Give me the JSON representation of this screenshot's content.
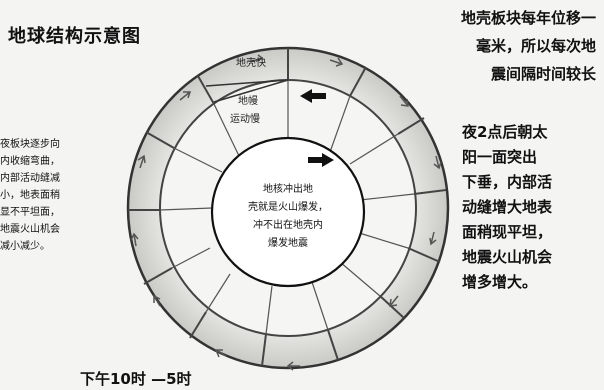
{
  "title": "地球结构示意图",
  "top_right_note": "地壳板块每年位移一\n毫米，所以每次地\n震间隔时间较长",
  "left_note": "夜板块逐步向\n内收缩弯曲，\n内部活动缝减\n小，地表面稍\n显不平坦面，\n地震火山机会\n减小减少。",
  "right_note": "夜2点后朝太\n阳一面突出\n下垂，内部活\n动缝增大地表\n面稍现平坦，\n地震火山机会\n增多增大。",
  "bottom_note": "下午10时 —5时",
  "crust_label": "地壳快",
  "mantle_label": "地幔\n运动慢",
  "core_label": "地核冲出地\n壳就是火山爆发，\n冲不出在地壳内\n爆发地震"
}
